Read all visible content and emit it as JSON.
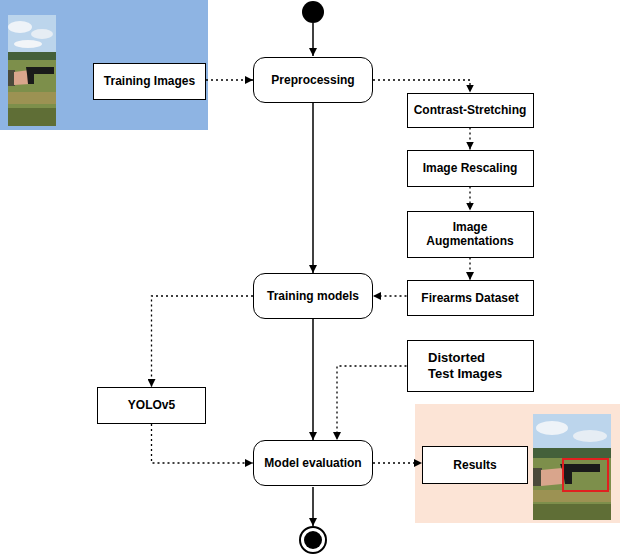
{
  "diagram": {
    "nodes": [
      {
        "text": [
          "Training Images"
        ]
      },
      {
        "text": [
          "Preprocessing"
        ]
      },
      {
        "text": [
          "Contrast-Stretching"
        ]
      },
      {
        "text": [
          "Image Rescaling"
        ]
      },
      {
        "text": [
          "Image Augmentations"
        ]
      },
      {
        "text": [
          "Firearms Dataset"
        ]
      },
      {
        "text": [
          "Training models"
        ]
      },
      {
        "text": [
          "Distorted Test Images"
        ]
      },
      {
        "text": [
          "YOLOv5"
        ]
      },
      {
        "text": [
          "Model evaluation"
        ]
      },
      {
        "text": [
          "Results"
        ]
      }
    ],
    "edges": [
      {
        "from": 0,
        "to": 1,
        "arrow": "to"
      },
      {
        "from": 1,
        "to": 2,
        "arrow": "to"
      },
      {
        "from": 2,
        "to": 3,
        "arrow": "to"
      },
      {
        "from": 3,
        "to": 4,
        "arrow": "to"
      },
      {
        "from": 4,
        "to": 5,
        "arrow": "to"
      },
      {
        "from": 5,
        "to": 6,
        "arrow": "to"
      },
      {
        "from": 1,
        "to": 6,
        "arrow": "to"
      },
      {
        "from": 6,
        "to": 8,
        "arrow": "to"
      },
      {
        "from": 8,
        "to": 9,
        "arrow": "to"
      },
      {
        "from": 7,
        "to": 9,
        "arrow": "to"
      },
      {
        "from": 6,
        "to": 9,
        "arrow": "to"
      },
      {
        "from": 9,
        "to": 10,
        "arrow": "to"
      }
    ]
  }
}
